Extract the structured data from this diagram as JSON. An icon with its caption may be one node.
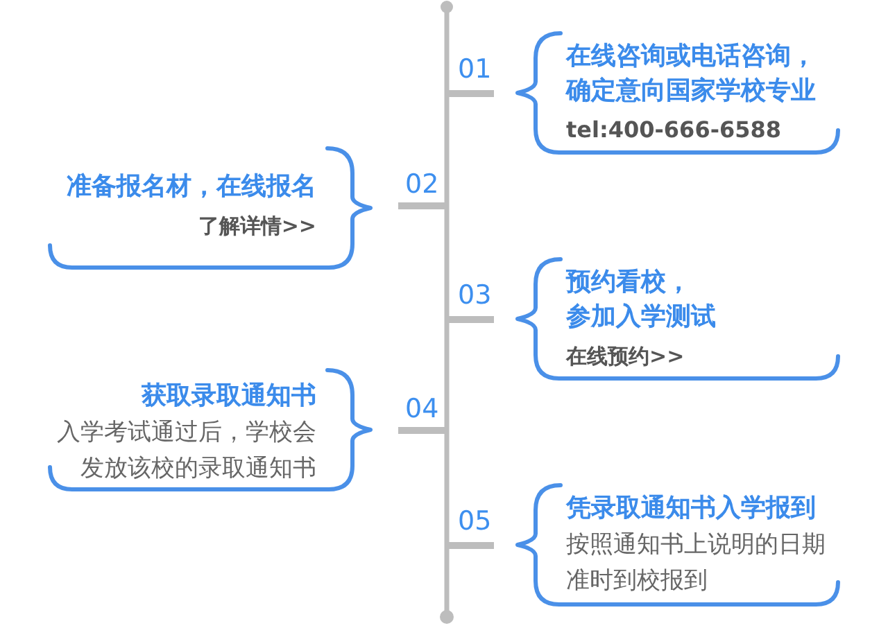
{
  "diagram": {
    "nodes": [
      {
        "text": [
          "在线咨询或电话咨询，确定意向国家学校专业",
          "tel:400-666-6588"
        ],
        "beside": [
          "01"
        ]
      },
      {
        "text": [
          "准备报名材，在线报名",
          "了解详情>>"
        ],
        "beside": [
          "02"
        ]
      },
      {
        "text": [
          "预约看校，参加入学测试",
          "在线预约>>"
        ],
        "beside": [
          "03"
        ]
      },
      {
        "text": [
          "获取录取通知书",
          "入学考试通过后，学校会发放该校的录取通知书"
        ],
        "beside": [
          "04"
        ]
      },
      {
        "text": [
          "凭录取通知书入学报到",
          "按照通知书上说明的日期准时到校报到"
        ],
        "beside": [
          "05"
        ]
      }
    ]
  }
}
